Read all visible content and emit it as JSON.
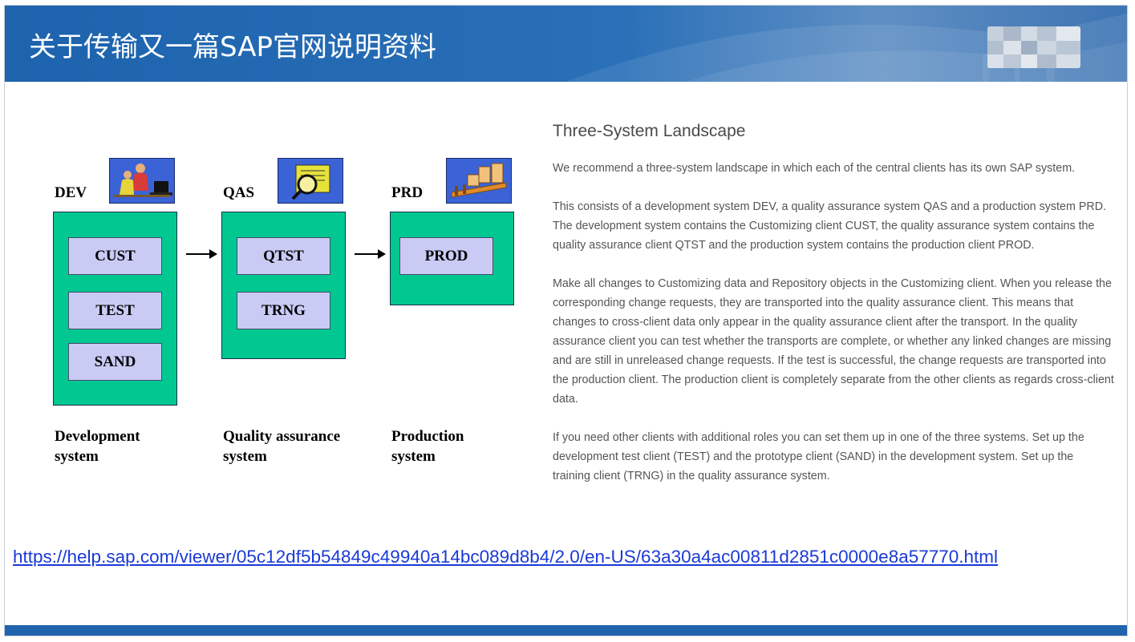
{
  "header": {
    "title": "关于传输又一篇SAP官网说明资料"
  },
  "diagram": {
    "systems": [
      {
        "label": "DEV",
        "icon": "people-at-computer-icon",
        "clients": [
          "CUST",
          "TEST",
          "SAND"
        ],
        "caption_line1": "Development",
        "caption_line2": "system"
      },
      {
        "label": "QAS",
        "icon": "magnifier-document-icon",
        "clients": [
          "QTST",
          "TRNG"
        ],
        "caption_line1": "Quality assurance",
        "caption_line2": "system"
      },
      {
        "label": "PRD",
        "icon": "factory-icon",
        "clients": [
          "PROD"
        ],
        "caption_line1": "Production",
        "caption_line2": "system"
      }
    ],
    "colors": {
      "system_box": "#00c890",
      "client_box": "#c9cbf5",
      "icon_bg": "#3b63d6"
    }
  },
  "article": {
    "title": "Three-System Landscape",
    "paragraphs": [
      "We recommend a three-system landscape in which each of the central clients has its own SAP system.",
      "This consists of a development system DEV, a quality assurance system QAS and a production system PRD. The development system contains the Customizing client CUST, the quality assurance system contains the quality assurance client QTST and the production system contains the production client PROD.",
      "Make all changes to Customizing data and Repository objects in the Customizing client. When you release the corresponding change requests, they are transported into the quality assurance client. This means that changes to cross-client data only appear in the quality assurance client after the transport. In the quality assurance client you can test whether the transports are complete, or whether any linked changes are missing and are still in unreleased change requests. If the test is successful, the change requests are transported into the production client. The production client is completely separate from the other clients as regards cross-client data.",
      "If you need other clients with additional roles you can set them up in one of the three systems. Set up the development test client (TEST) and the prototype client (SAND) in the development system. Set up the training client (TRNG) in the quality assurance system."
    ]
  },
  "link": {
    "url_text": "https://help.sap.com/viewer/05c12df5b54849c49940a14bc089d8b4/2.0/en-US/63a30a4ac00811d2851c0000e8a57770.html"
  },
  "colors": {
    "header": "#1d63ad",
    "footer": "#1f64ad",
    "link": "#1a3ad6"
  }
}
